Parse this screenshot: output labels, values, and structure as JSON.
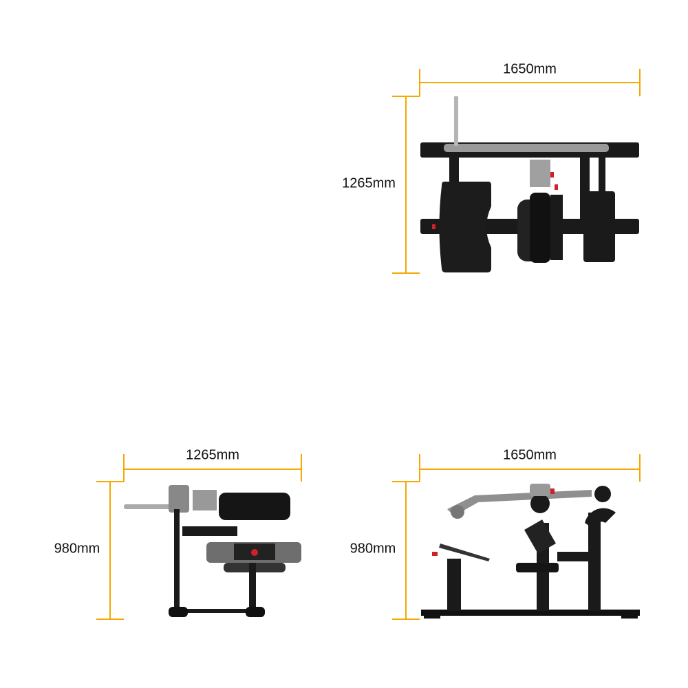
{
  "colors": {
    "dimension_line": "#F5A800",
    "frame": "#1a1a1a",
    "steel": "#9a9a9a",
    "accent": "#d0202a"
  },
  "views": {
    "top": {
      "width_label": "1650mm",
      "depth_label": "1265mm"
    },
    "side": {
      "width_label": "1265mm",
      "height_label": "980mm"
    },
    "front": {
      "width_label": "1650mm",
      "height_label": "980mm"
    }
  }
}
